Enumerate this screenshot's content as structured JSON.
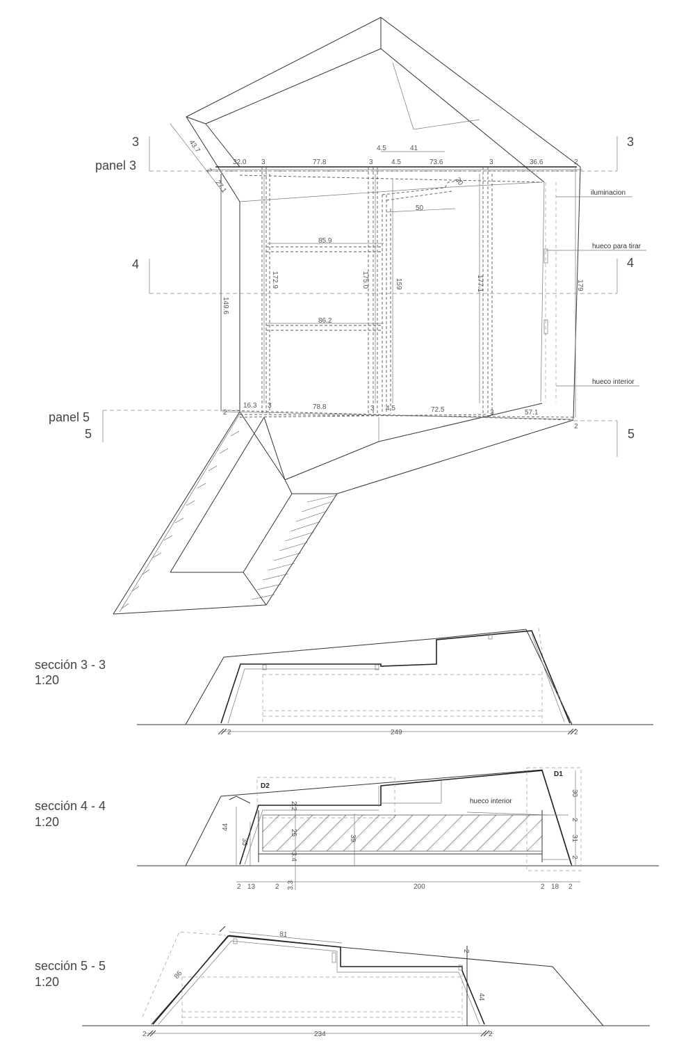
{
  "plan": {
    "cut_labels": {
      "c3_left": "3",
      "c3_right": "3",
      "c4_left": "4",
      "c4_right": "4",
      "c5_left": "5",
      "c5_right": "5"
    },
    "panel_labels": {
      "panel3": "panel 3",
      "panel5": "panel 5"
    },
    "notes": {
      "iluminacion": "iluminacion",
      "hueco_tirar": "hueco para tirar",
      "hueco_interior": "hueco interior"
    },
    "dims": {
      "d437": "43.7",
      "d2a": "2",
      "d271": "27.1",
      "d320": "32.0",
      "d3a": "3",
      "d778": "77.8",
      "d3b": "3",
      "d45a": "4.5",
      "d41": "41",
      "d45b": "4.5",
      "d736": "73.6",
      "d3c": "3",
      "d366": "36.6",
      "d2b": "2",
      "d20": "20",
      "d50": "50",
      "d859": "85.9",
      "d1729": "172.9",
      "d1750": "175.0",
      "d159": "159",
      "d1771": "177.1",
      "d179": "179",
      "d1496": "149.6",
      "d862": "86.2",
      "d163": "16.3",
      "d3d": "3",
      "d788": "78.8",
      "d3e": "3",
      "d45c": "4.5",
      "d725": "72.5",
      "d3f": "3",
      "d571": "57.1",
      "d2c": "2",
      "d2d": "2"
    }
  },
  "sections": {
    "s33": {
      "title": "sección  3 - 3",
      "scale": "1:20",
      "d2a": "2",
      "d249": "249",
      "d2b": "2"
    },
    "s44": {
      "title": "sección  4 - 4",
      "scale": "1:20",
      "label_d1": "D1",
      "label_d2": "D2",
      "note": "hueco interior",
      "d30": "30",
      "d2a": "2",
      "d31": "31",
      "d2b": "2",
      "d44": "44",
      "d35": "35",
      "d25": "25",
      "d39": "39",
      "d22": "2.2",
      "d34": "3.4",
      "d2c": "2",
      "d13": "13",
      "d2d": "2",
      "d33": "3.3",
      "d200": "200",
      "d2e": "2",
      "d18": "18",
      "d2f": "2"
    },
    "s55": {
      "title": "sección  5 - 5",
      "scale": "1:20",
      "d81": "81",
      "d86": "86",
      "d2a": "2",
      "d44": "44",
      "d2b": "2",
      "d234": "234",
      "d2c": "2"
    }
  }
}
